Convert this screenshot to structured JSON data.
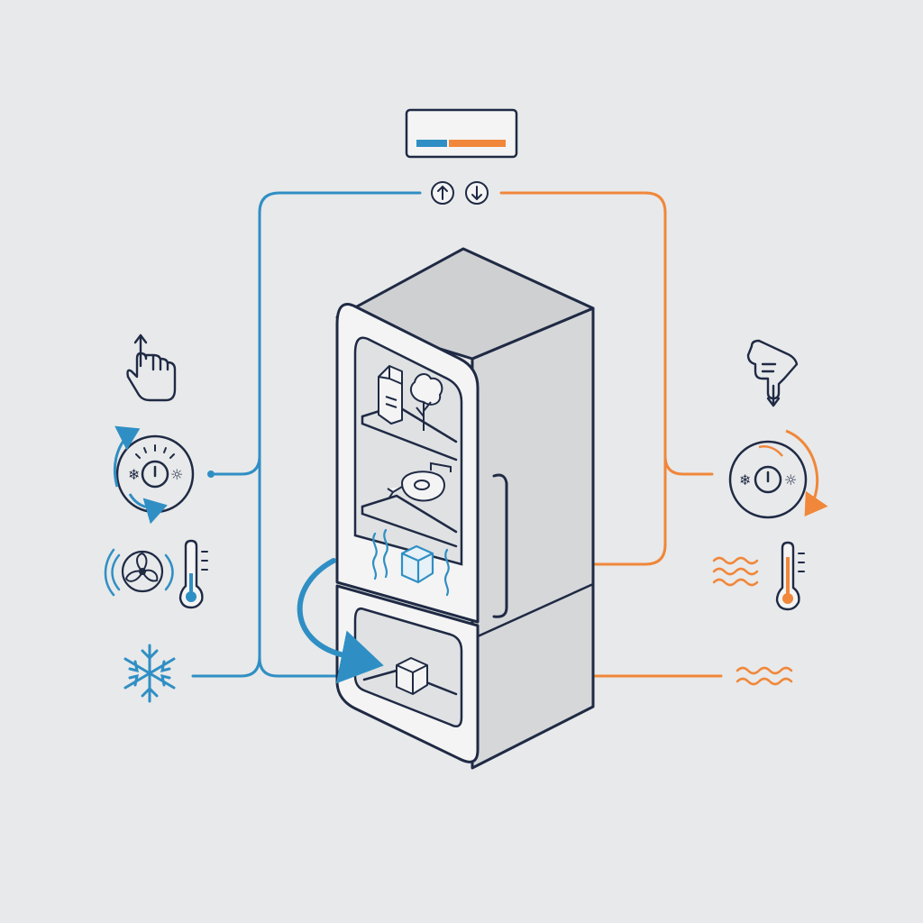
{
  "colors": {
    "background": "#e8e9ea",
    "outline": "#1f2a44",
    "cool": "#2f8fc4",
    "warm": "#f0873a",
    "fridge_side": "#d9d9db",
    "fridge_top": "#cfd0d2",
    "fridge_front": "#f2f2f2"
  },
  "control_panel": {
    "bar_segments": [
      "cool",
      "warm"
    ],
    "buttons": [
      "up-arrow-icon",
      "down-arrow-icon"
    ]
  },
  "left_controls": {
    "theme": "cool",
    "icons": [
      "hand-pointer-up-icon",
      "temperature-dial-icon",
      "fan-icon",
      "thermometer-low-icon",
      "snowflake-icon"
    ]
  },
  "right_controls": {
    "theme": "warm",
    "icons": [
      "hand-pointer-down-icon",
      "temperature-dial-icon",
      "heat-waves-icon",
      "thermometer-high-icon",
      "heat-waves-icon"
    ]
  },
  "fridge": {
    "fresh_compartment_items": [
      "milk-carton-icon",
      "leafy-greens-icon",
      "meat-steak-icon",
      "ice-cube-icon"
    ],
    "freezer_compartment_items": [
      "ice-cube-icon"
    ]
  }
}
